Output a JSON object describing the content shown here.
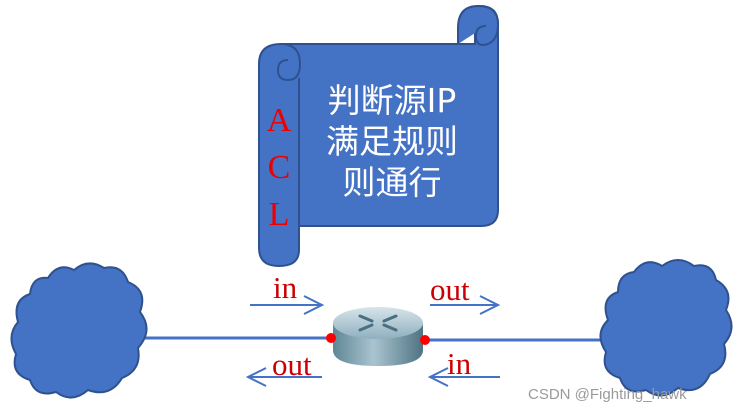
{
  "scroll": {
    "lines": [
      "判断源IP",
      "满足规则",
      "则通行"
    ],
    "fill": "#4472c4",
    "stroke": "#2f528f"
  },
  "acl": {
    "letters": [
      "A",
      "C",
      "L"
    ],
    "color": "#ee0000"
  },
  "labels": {
    "left_in": "in",
    "left_out": "out",
    "right_out": "out",
    "right_in": "in",
    "color": "#cc0000"
  },
  "colors": {
    "cloud": "#4472c4",
    "cloud_stroke": "#2f528f",
    "line": "#4472c4",
    "arrow": "#4472c4",
    "interface_dot": "#ff0000"
  },
  "icons": {
    "router": "router-icon",
    "left_cloud": "cloud-icon",
    "right_cloud": "cloud-icon"
  },
  "watermark": "CSDN @Fighting_hawk"
}
